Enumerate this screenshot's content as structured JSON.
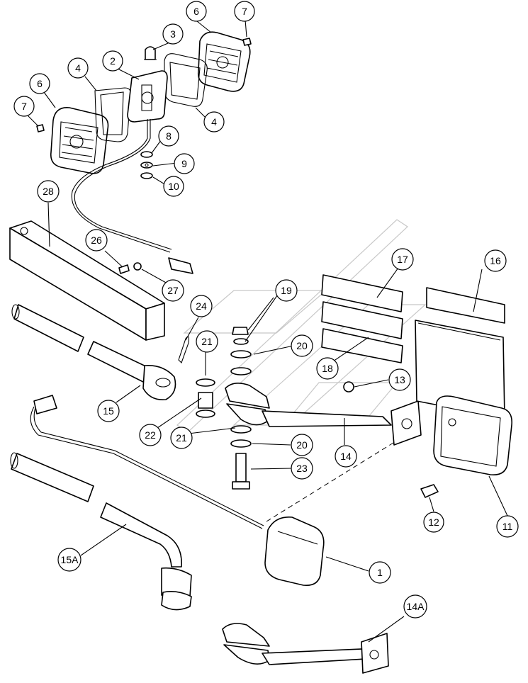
{
  "diagram": {
    "callouts": {
      "c1": "1",
      "c2": "2",
      "c3": "3",
      "c4a": "4",
      "c4b": "4",
      "c6a": "6",
      "c6b": "6",
      "c7a": "7",
      "c7b": "7",
      "c8": "8",
      "c9": "9",
      "c10": "10",
      "c11": "11",
      "c12": "12",
      "c13": "13",
      "c14": "14",
      "c14A": "14A",
      "c15": "15",
      "c15A": "15A",
      "c16": "16",
      "c17": "17",
      "c18": "18",
      "c19": "19",
      "c20a": "20",
      "c20b": "20",
      "c21a": "21",
      "c21b": "21",
      "c22": "22",
      "c23": "23",
      "c24": "24",
      "c26": "26",
      "c27": "27",
      "c28": "28"
    }
  }
}
